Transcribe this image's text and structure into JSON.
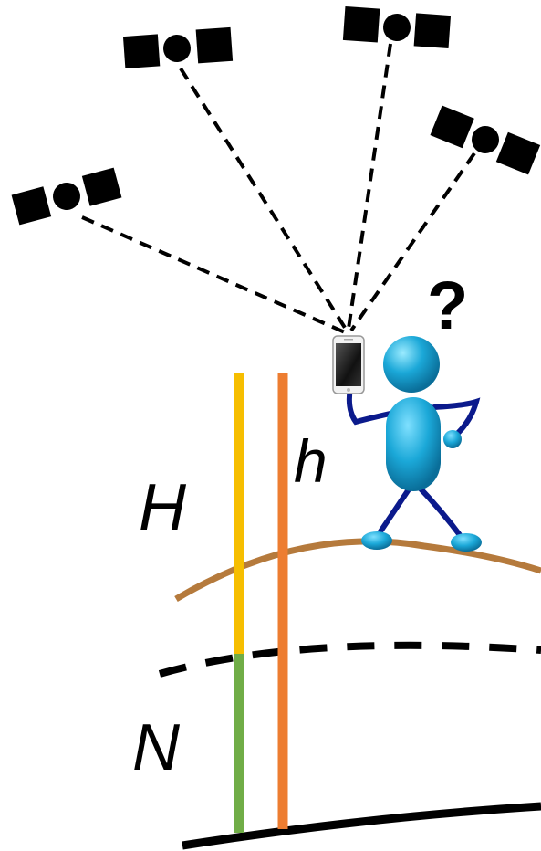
{
  "labels": {
    "orthometric_height": "H",
    "ellipsoidal_height": "h",
    "geoid_undulation": "N",
    "question_mark": "?"
  },
  "colors": {
    "orthometric_line": "#F6BE00",
    "ellipsoidal_line": "#ED7D31",
    "geoid_line": "#70AD47",
    "terrain": "#B57A3C",
    "geoid_dashed": "#000000",
    "ellipsoid": "#000000",
    "satellite": "#000000",
    "person_body": "#1BA8D8",
    "person_limbs": "#0B1A8C"
  },
  "icons": [
    "satellite-icon",
    "smartphone-icon",
    "person-figure"
  ]
}
